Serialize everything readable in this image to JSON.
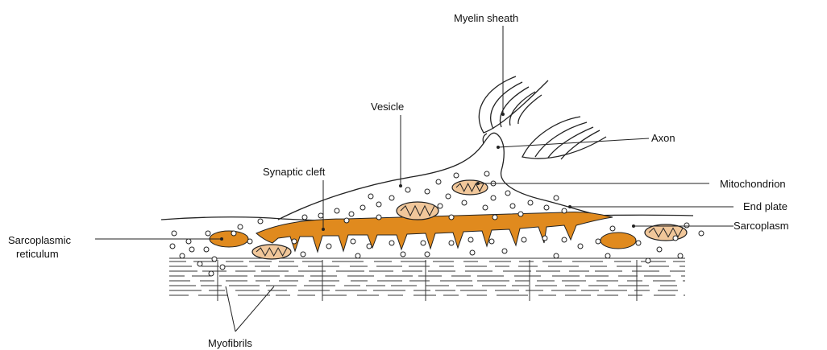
{
  "labels": {
    "myelin_sheath": "Myelin sheath",
    "vesicle": "Vesicle",
    "axon": "Axon",
    "synaptic_cleft": "Synaptic cleft",
    "mitochondrion": "Mitochondrion",
    "end_plate": "End plate",
    "sarcoplasm": "Sarcoplasm",
    "sarcoplasmic_reticulum_line1": "Sarcoplasmic",
    "sarcoplasmic_reticulum_line2": "reticulum",
    "myofibrils": "Myofibrils"
  },
  "colors": {
    "orange": "#E08A1E",
    "mito_fill": "#F1C79A",
    "outline": "#222222"
  }
}
